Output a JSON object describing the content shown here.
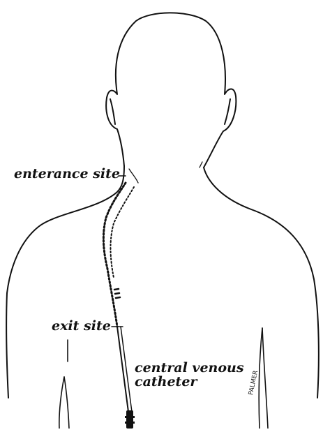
{
  "labels": {
    "entrance_site": "enterance site",
    "exit_site": "exit site",
    "catheter_line1": "central venous",
    "catheter_line2": "catheter"
  },
  "signature": "PALMER",
  "colors": {
    "ink": "#111111",
    "background": "#ffffff"
  }
}
